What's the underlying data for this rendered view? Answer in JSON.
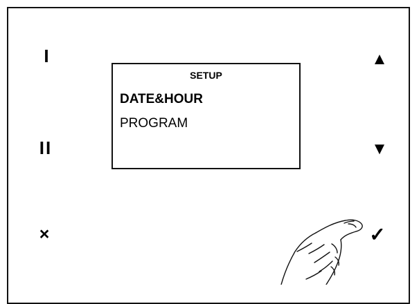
{
  "panel": {
    "buttons": {
      "left_top": "I",
      "left_middle": "II",
      "left_bottom": "×",
      "right_top": "▲",
      "right_middle": "▼",
      "right_bottom": "✓"
    },
    "screen": {
      "title": "SETUP",
      "items": [
        {
          "label": "DATE&HOUR",
          "selected": true
        },
        {
          "label": "PROGRAM",
          "selected": false
        }
      ]
    }
  },
  "icons": {
    "hand": "pointing-finger-hand-icon"
  },
  "colors": {
    "background": "#ffffff",
    "stroke": "#111111",
    "text": "#000000"
  }
}
